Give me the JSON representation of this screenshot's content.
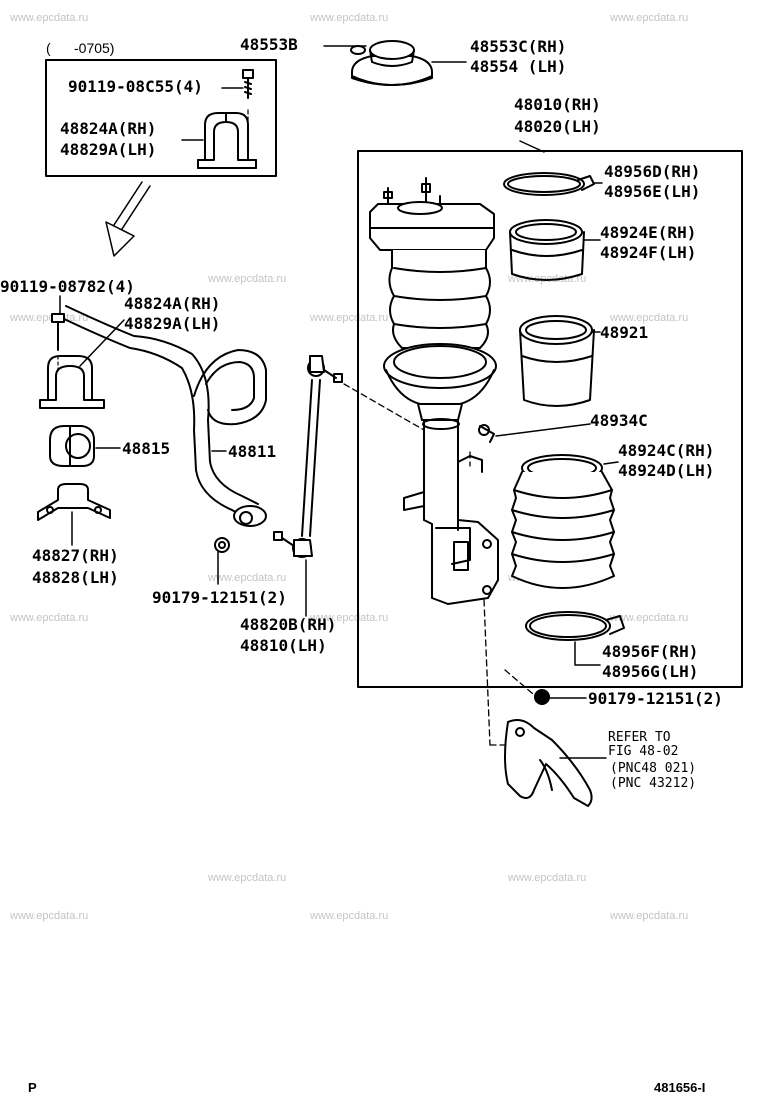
{
  "watermark": "www.epcdata.ru",
  "inset_header": "(      -0705)",
  "footer": {
    "left": "P",
    "right": "481656-I"
  },
  "labels": {
    "p48553b": "48553B",
    "p48553c": "48553C(RH)",
    "p48554": "48554 (LH)",
    "p48010": "48010(RH)",
    "p48020": "48020(LH)",
    "p90119_c55": "90119-08C55(4)",
    "p48824a_top": "48824A(RH)",
    "p48829a_top": "48829A(LH)",
    "p48956d": "48956D(RH)",
    "p48956e": "48956E(LH)",
    "p48924e": "48924E(RH)",
    "p48924f": "48924F(LH)",
    "p90119_782": "90119-08782(4)",
    "p48824a": "48824A(RH)",
    "p48829a": "48829A(LH)",
    "p48921": "48921",
    "p48934c": "48934C",
    "p48815": "48815",
    "p48811": "48811",
    "p48924c": "48924C(RH)",
    "p48924d": "48924D(LH)",
    "p48827": "48827(RH)",
    "p48828": "48828(LH)",
    "p90179_l": "90179-12151(2)",
    "p48820b": "48820B(RH)",
    "p48810": "48810(LH)",
    "p48956f": "48956F(RH)",
    "p48956g": "48956G(LH)",
    "p90179_r": "90179-12151(2)",
    "refer1": "REFER TO",
    "refer2": "FIG 48-02",
    "refer3": "(PNC48 021)",
    "refer4": "(PNC 43212)"
  }
}
